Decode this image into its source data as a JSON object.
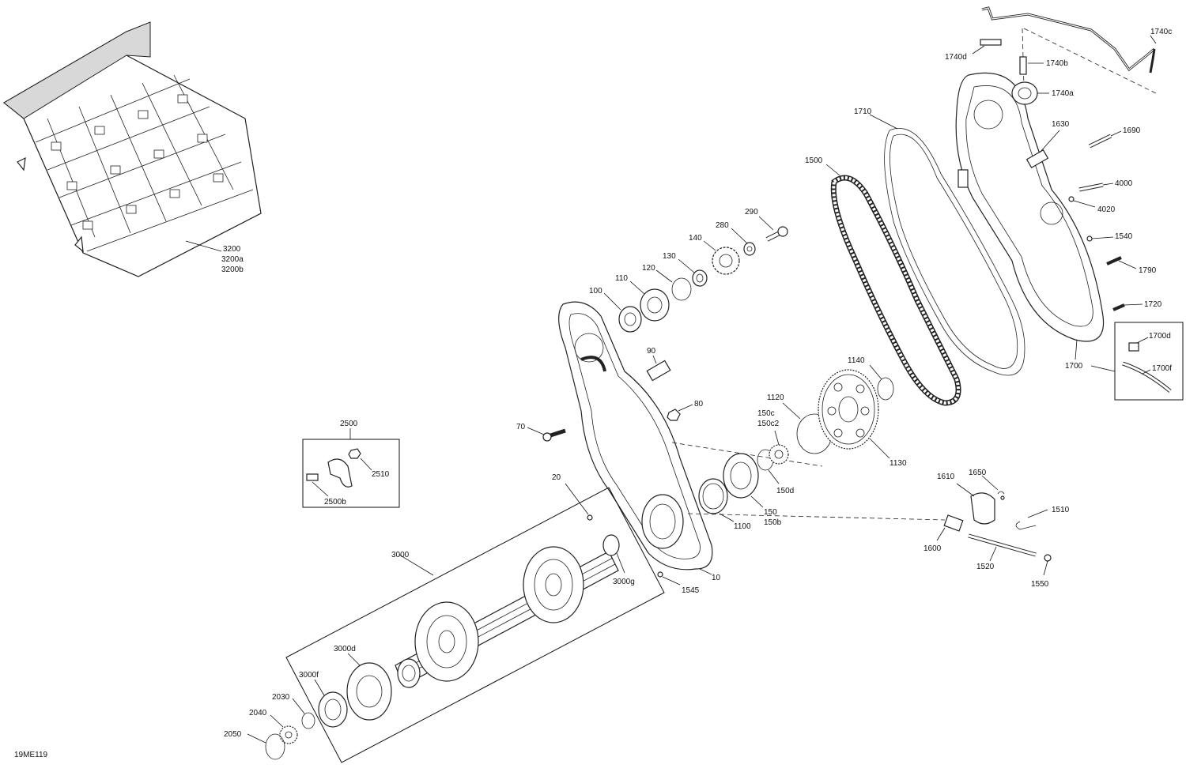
{
  "diagram": {
    "figure_code": "19ME119",
    "labels": {
      "l3200": "3200",
      "l3200a": "3200a",
      "l3200b": "3200b",
      "l1740c": "1740c",
      "l1740d": "1740d",
      "l1740b": "1740b",
      "l1740a": "1740a",
      "l1710": "1710",
      "l1630": "1630",
      "l1690": "1690",
      "l1500": "1500",
      "l4000": "4000",
      "l4020": "4020",
      "l1540": "1540",
      "l1790": "1790",
      "l1720": "1720",
      "l1700d": "1700d",
      "l1700f": "1700f",
      "l1700": "1700",
      "l290": "290",
      "l280": "280",
      "l140": "140",
      "l130": "130",
      "l120": "120",
      "l110": "110",
      "l100": "100",
      "l90": "90",
      "l80": "80",
      "l70": "70",
      "l1140": "1140",
      "l1120": "1120",
      "l150c": "150c",
      "l150c2": "150c2",
      "l1130": "1130",
      "l150d": "150d",
      "l150": "150",
      "l150b": "150b",
      "l1100": "1100",
      "l20": "20",
      "l10": "10",
      "l1545": "1545",
      "l2500": "2500",
      "l2510": "2510",
      "l2500b": "2500b",
      "l1610": "1610",
      "l1650": "1650",
      "l1510": "1510",
      "l1600": "1600",
      "l1520": "1520",
      "l1550": "1550",
      "l3000": "3000",
      "l3000g": "3000g",
      "l3000d": "3000d",
      "l3000f": "3000f",
      "l2030": "2030",
      "l2040": "2040",
      "l2050": "2050"
    }
  }
}
